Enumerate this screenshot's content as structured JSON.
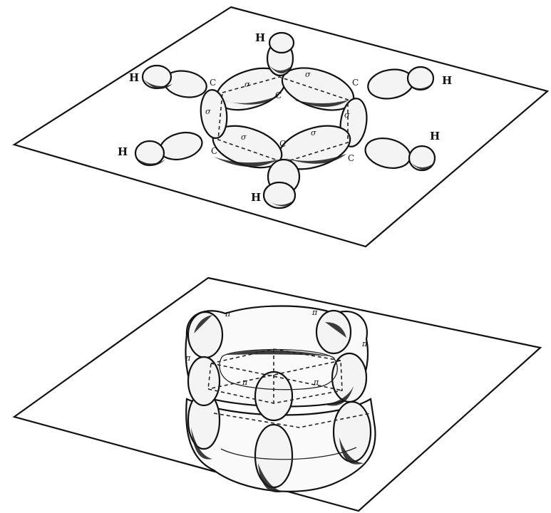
{
  "top": {
    "h_labels": [
      "H",
      "H",
      "H",
      "H",
      "H",
      "H"
    ],
    "c_labels": [
      "C",
      "C",
      "C",
      "C",
      "C",
      "C"
    ],
    "sigma_labels": [
      "σ",
      "σ",
      "σ",
      "σ",
      "σ",
      "σ"
    ]
  },
  "bottom": {
    "pi_labels": [
      "π",
      "π",
      "π",
      "π",
      "π",
      "π"
    ]
  }
}
